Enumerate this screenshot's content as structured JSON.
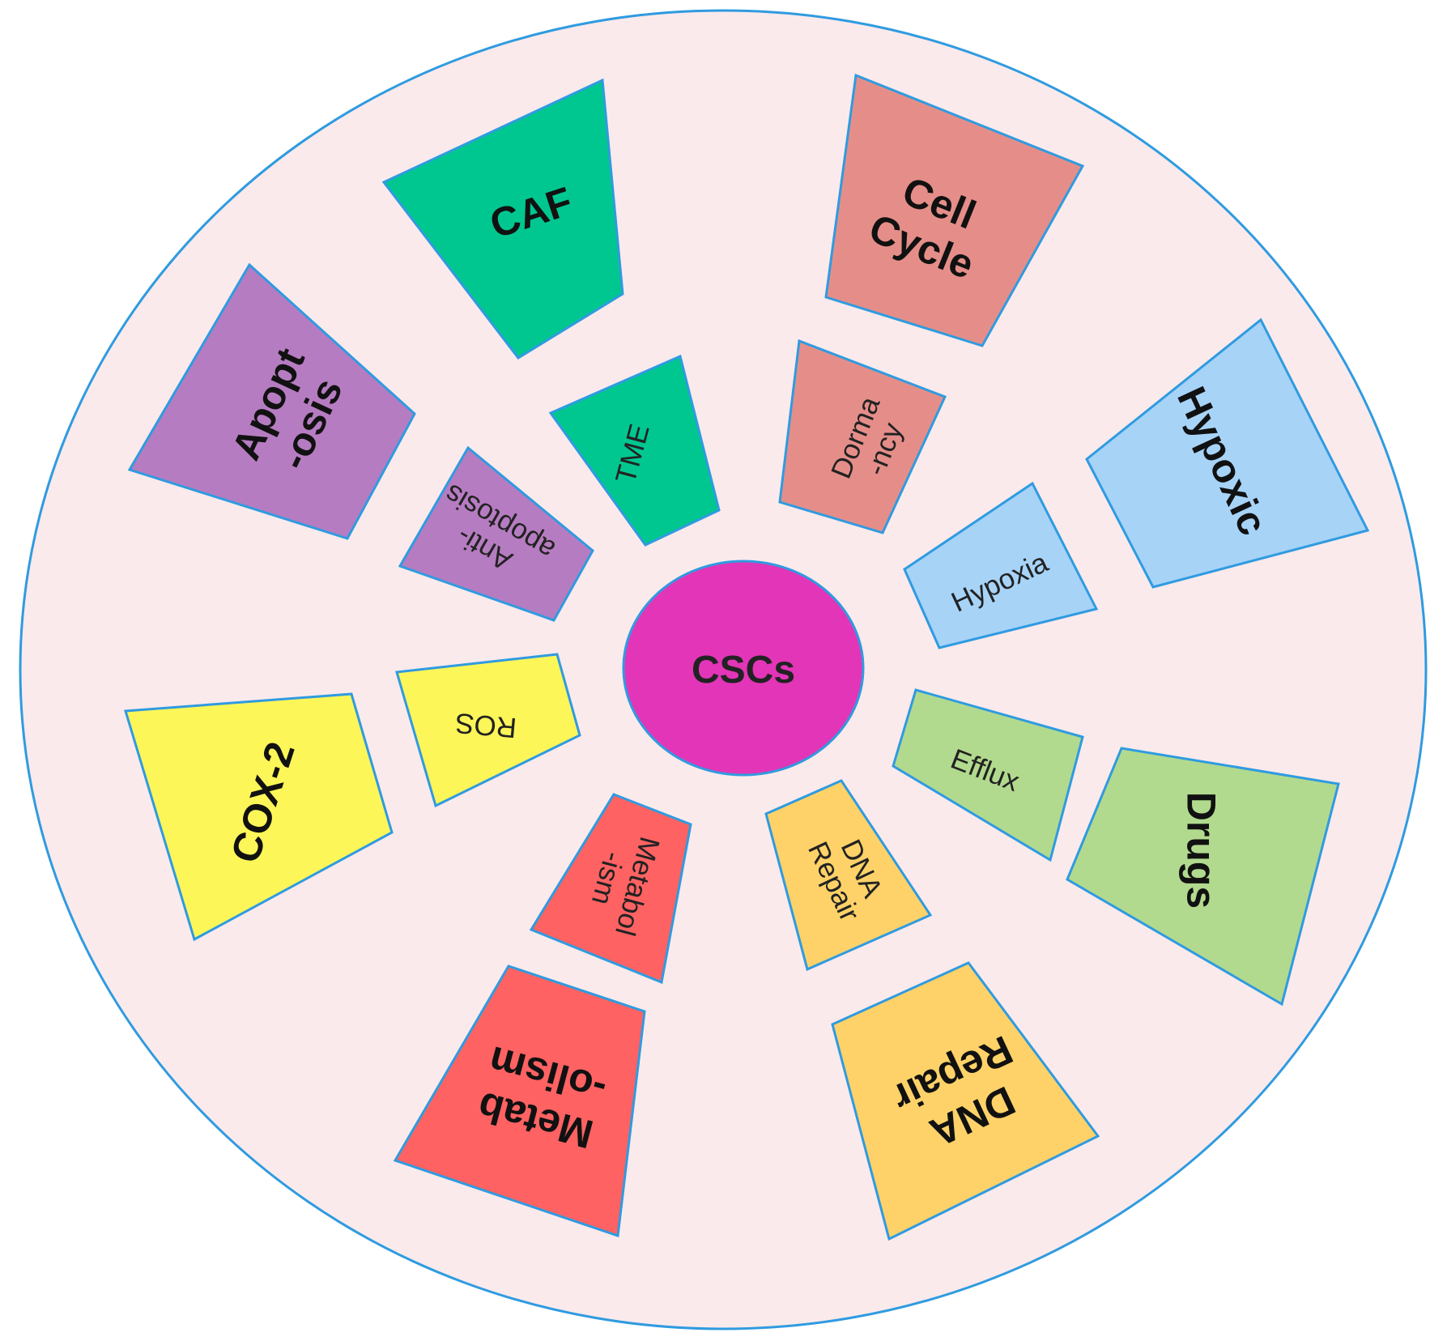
{
  "center": {
    "label": "CSCs",
    "color": "#e335b8"
  },
  "background": {
    "disc_fill": "#fbeaec",
    "outline": "#2f9be0"
  },
  "segments": [
    {
      "id": "cell-cycle",
      "color": "#e58e89",
      "outer": {
        "lines": [
          "Cell",
          "Cycle"
        ]
      },
      "inner": {
        "lines": [
          "Dorma",
          "-ncy"
        ]
      }
    },
    {
      "id": "hypoxic",
      "color": "#a7d3f7",
      "outer": {
        "lines": [
          "Hypoxic"
        ]
      },
      "inner": {
        "lines": [
          "Hypoxia"
        ]
      }
    },
    {
      "id": "drugs",
      "color": "#b2da8e",
      "outer": {
        "lines": [
          "Drugs"
        ]
      },
      "inner": {
        "lines": [
          "Efflux"
        ]
      }
    },
    {
      "id": "dna-repair",
      "color": "#fed268",
      "outer": {
        "lines": [
          "DNA",
          "Repair"
        ]
      },
      "inner": {
        "lines": [
          "DNA",
          "Repair"
        ]
      }
    },
    {
      "id": "metabolism",
      "color": "#fe6262",
      "outer": {
        "lines": [
          "Metab",
          "-olism"
        ]
      },
      "inner": {
        "lines": [
          "Metabol",
          "-ism"
        ]
      }
    },
    {
      "id": "cox-2",
      "color": "#fcf658",
      "outer": {
        "lines": [
          "COX-2"
        ]
      },
      "inner": {
        "lines": [
          "ROS"
        ]
      }
    },
    {
      "id": "apoptosis",
      "color": "#b67cc1",
      "outer": {
        "lines": [
          "Apopt",
          "-osis"
        ]
      },
      "inner": {
        "lines": [
          "Anti-",
          "apoptosis"
        ]
      }
    },
    {
      "id": "caf",
      "color": "#00c790",
      "outer": {
        "lines": [
          "CAF"
        ]
      },
      "inner": {
        "lines": [
          "TME"
        ]
      }
    }
  ]
}
